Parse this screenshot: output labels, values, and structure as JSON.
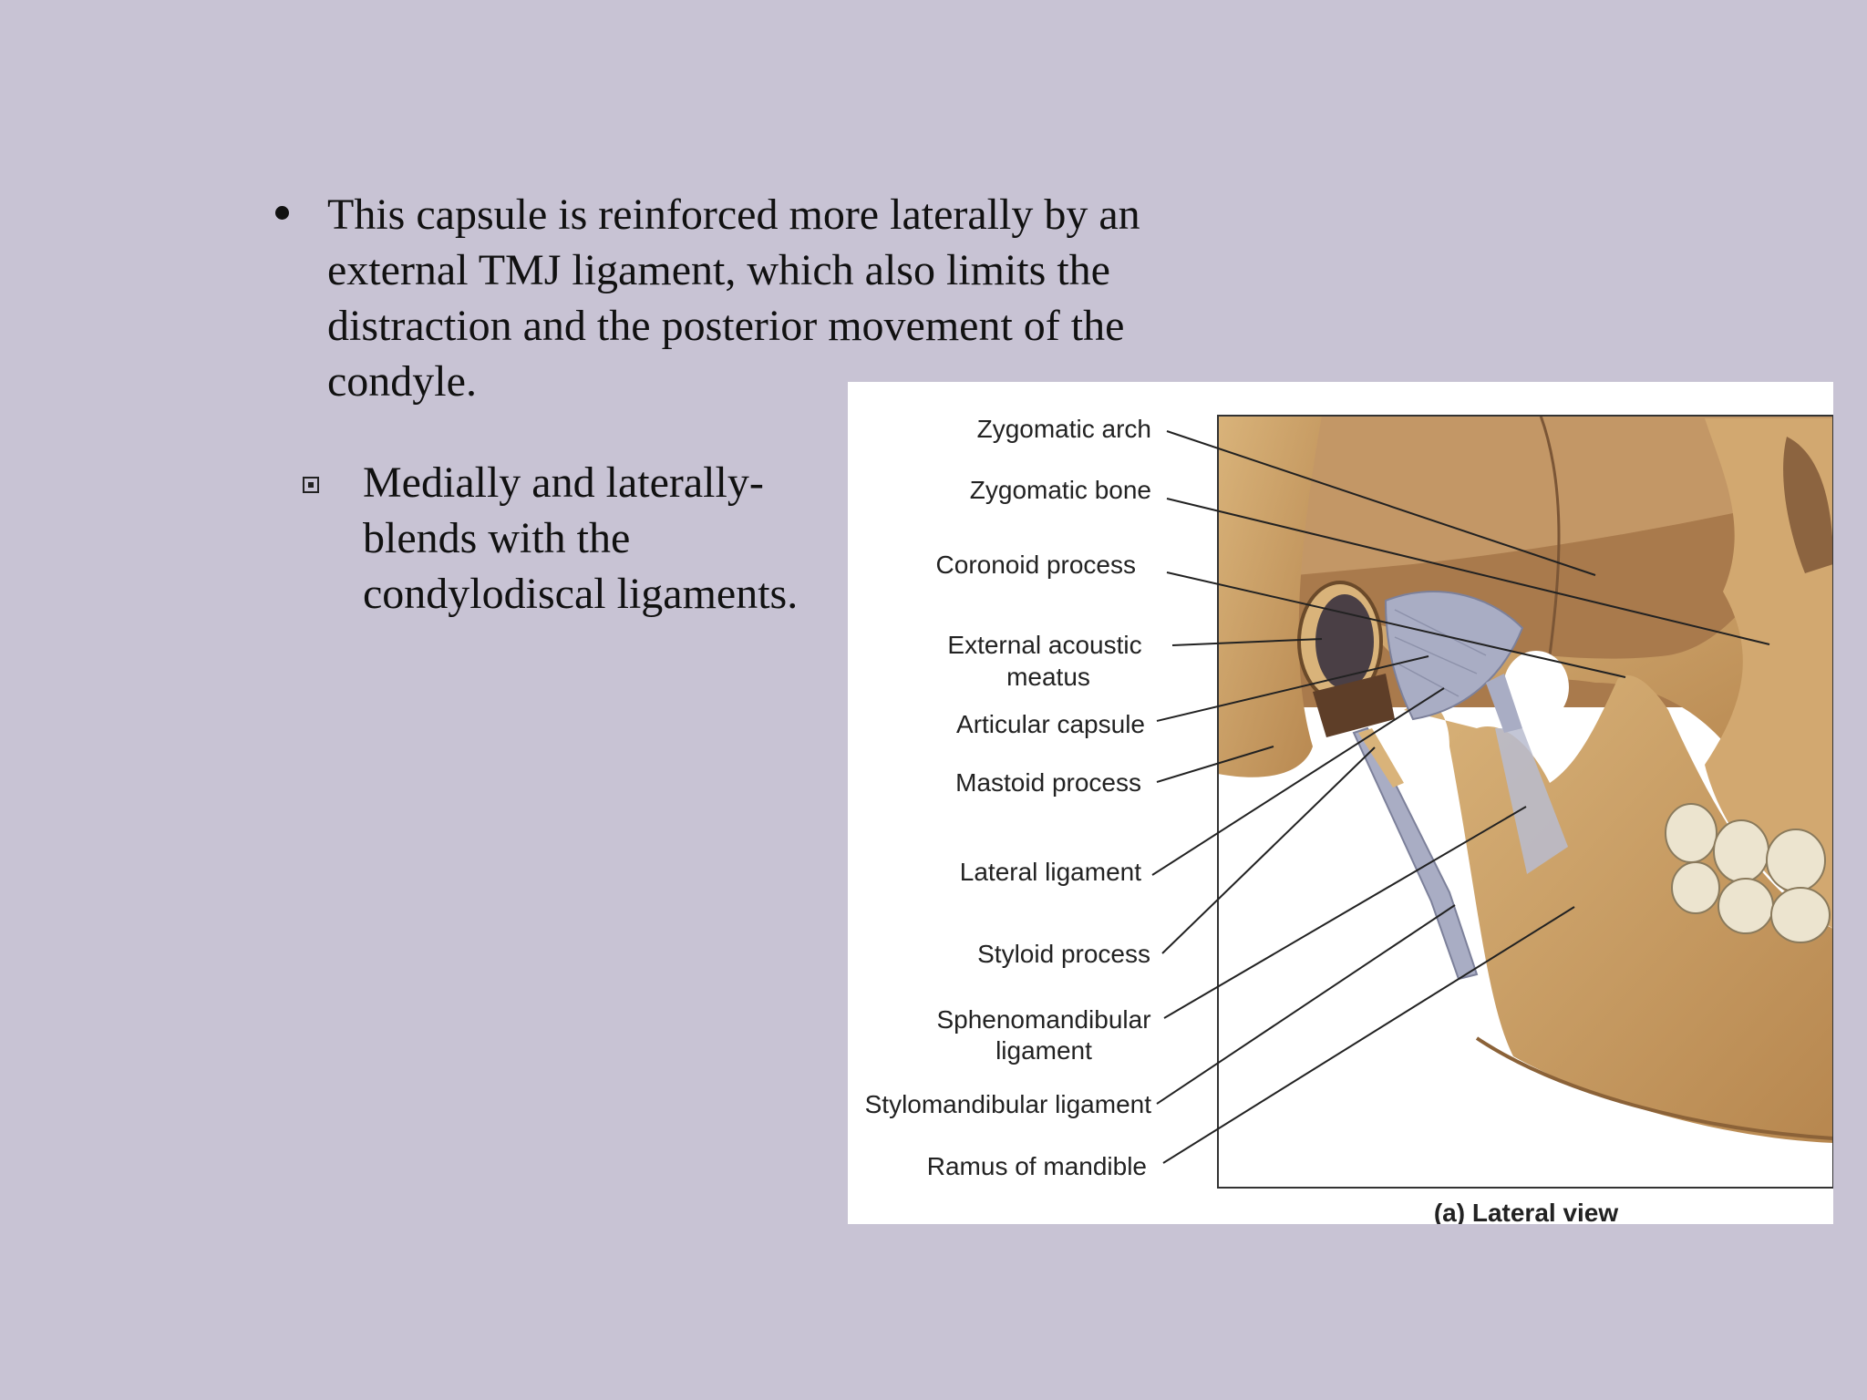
{
  "bullets": [
    {
      "text": "This capsule is reinforced more laterally by an external TMJ ligament, which also limits the distraction and the posterior movement of the condyle."
    },
    {
      "text": "Medially and laterally- blends with the condylodiscal ligaments."
    }
  ],
  "figure": {
    "caption": "(a) Lateral view",
    "labels": [
      "Zygomatic arch",
      "Zygomatic bone",
      "Coronoid process",
      "External acoustic",
      "meatus",
      "Articular capsule",
      "Mastoid process",
      "Lateral ligament",
      "Styloid process",
      "Sphenomandibular",
      "ligament",
      "Stylomandibular ligament",
      "Ramus of mandible"
    ],
    "colors": {
      "bone": "#c9a066",
      "ligament": "#a9adc4",
      "background": "#c8c3d4"
    }
  }
}
